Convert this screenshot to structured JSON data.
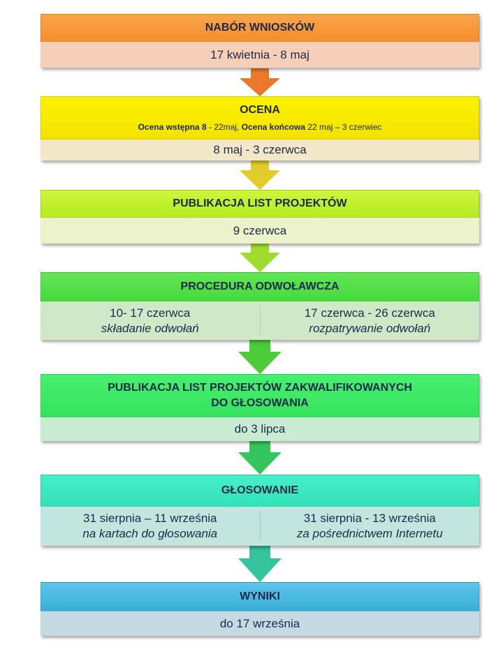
{
  "steps": [
    {
      "title": "NABÓR WNIOSKÓW",
      "date": "17 kwietnia - 8 maj",
      "color": "#f7993a",
      "sub_color": "#f5cfb8"
    },
    {
      "title": "OCENA",
      "note": {
        "b1": "Ocena wstępna 8",
        "t1": " - 22maj, ",
        "b2": "Ocena końcowa",
        "t2": " 22 maj – 3 czerwiec"
      },
      "date": "8 maj - 3 czerwca",
      "color": "#fff000",
      "sub_color": "#f3e7c9"
    },
    {
      "title": "PUBLIKACJA LIST PROJEKTÓW",
      "date": "9 czerwca",
      "color": "#c4f22e",
      "sub_color": "#ebf1c9"
    },
    {
      "title": "PROCEDURA ODWOŁAWCZA",
      "left": {
        "date": "10- 17 czerwca",
        "desc": "składanie odwołań"
      },
      "right": {
        "date": "17 czerwca  - 26 czerwca",
        "desc": "rozpatrywanie odwołań"
      },
      "color": "#55e04a",
      "sub_color": "#cfe9c8"
    },
    {
      "title": "PUBLIKACJA LIST PROJEKTÓW  ZAKWALIFIKOWANYCH",
      "title2": "DO GŁOSOWANIA",
      "date": "do 3 lipca",
      "color": "#3eec66",
      "sub_color": "#c8ebd1"
    },
    {
      "title": "GŁOSOWANIE",
      "left": {
        "date": "31 sierpnia – 11 września",
        "desc": "na kartach do głosowania"
      },
      "right": {
        "date": "31 sierpnia  - 13 września",
        "desc": "za pośrednictwem  Internetu"
      },
      "color": "#3eeac3",
      "sub_color": "#c2e5de"
    },
    {
      "title": "WYNIKI",
      "date": "do 17 września",
      "color": "#4bb9df",
      "sub_color": "#c5dae3"
    }
  ]
}
